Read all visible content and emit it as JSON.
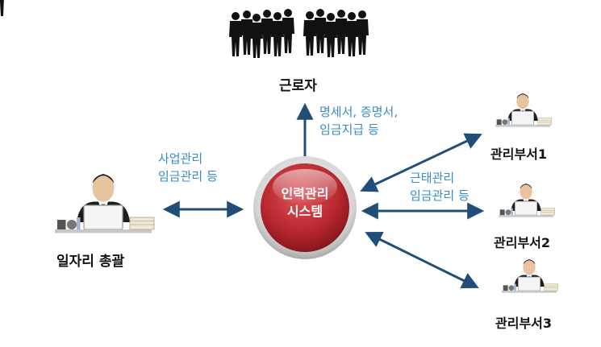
{
  "nodes": {
    "workers": "근로자",
    "hq": "일자리 총괄",
    "dept1": "관리부서1",
    "dept2": "관리부서2",
    "dept3": "관리부서3",
    "center": [
      "인력관리",
      "시스템"
    ]
  },
  "edges": {
    "to_workers": [
      "명세서, 증명서,",
      "임금지급 등"
    ],
    "hq_link": [
      "사업관리",
      "임금관리 등"
    ],
    "dept_link": [
      "근태관리",
      "임금관리 등"
    ]
  },
  "colors": {
    "arrow": "#1f4e79",
    "note_text": "#3a8bc4",
    "center_fill": "#b8282e",
    "center_ring": "#d9d9d9"
  },
  "icons": [
    "crowd-silhouette-icon",
    "office-worker-at-desk-icon"
  ]
}
